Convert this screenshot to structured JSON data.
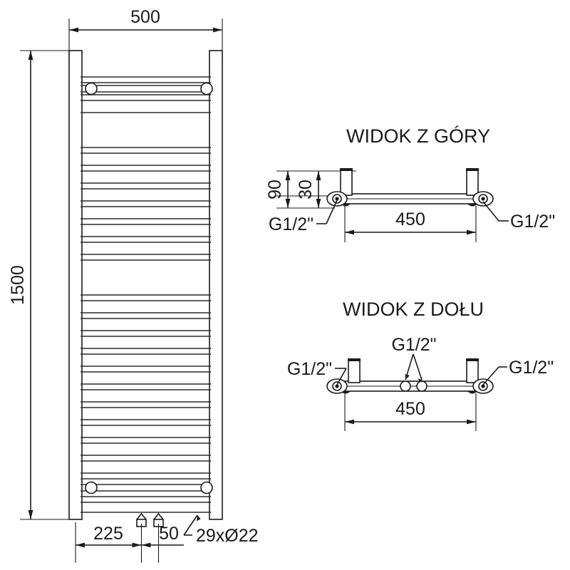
{
  "drawing": {
    "type": "technical-dimension-drawing",
    "subject": "heated-towel-rail-radiator",
    "units": "mm",
    "line_color": "#1a1a1a",
    "background_color": "#ffffff"
  },
  "front_view": {
    "width_label": "500",
    "height_label": "1500",
    "bottom_offset_label": "225",
    "valve_spacing_label": "50",
    "rung_count_label": "29xØ22",
    "rung_count": 29,
    "rung_diameter": 22
  },
  "top_view": {
    "title": "WIDOK Z GÓRY",
    "depth_label": "90",
    "bracket_label": "30",
    "span_label": "450",
    "connector_left": "G1/2\"",
    "connector_right": "G1/2\""
  },
  "bottom_view": {
    "title": "WIDOK Z DOŁU",
    "span_label": "450",
    "connector_left": "G1/2\"",
    "connector_right": "G1/2\"",
    "connector_center": "G1/2\""
  }
}
